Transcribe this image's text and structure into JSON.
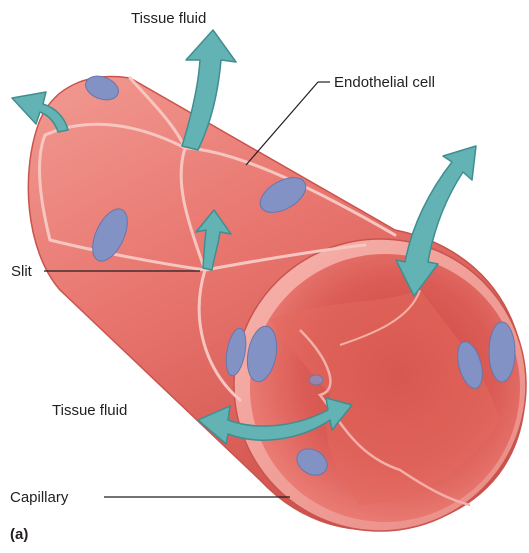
{
  "labels": {
    "tissue_fluid_top": "Tissue fluid",
    "endothelial_cell": "Endothelial cell",
    "slit": "Slit",
    "tissue_fluid_bottom": "Tissue fluid",
    "capillary": "Capillary",
    "panel": "(a)"
  },
  "colors": {
    "vessel_outer": "#e56f68",
    "vessel_light": "#f39c95",
    "vessel_dark": "#c4443f",
    "lumen": "#e05d57",
    "lumen_deep": "#b93a36",
    "cell_border": "#f6c7c1",
    "nucleus": "#7f8fbf",
    "arrow": "#63b3b5",
    "arrow_edge": "#3f8e91",
    "leader": "#231f20"
  }
}
